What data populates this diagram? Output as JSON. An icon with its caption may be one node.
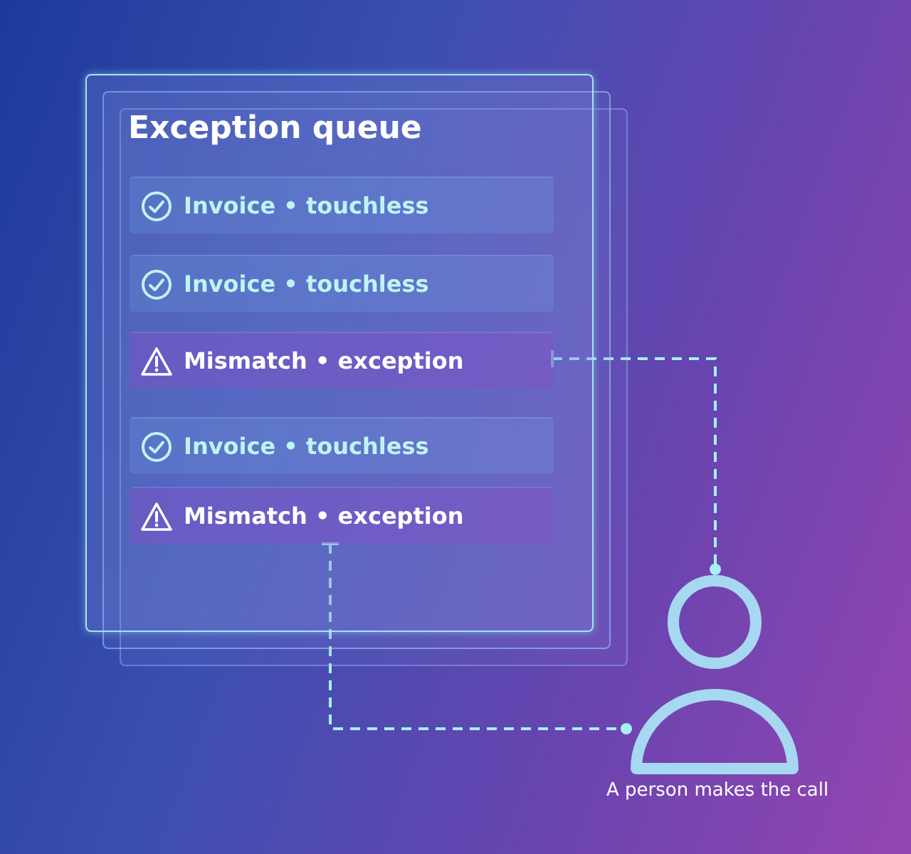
{
  "diagram": {
    "nodes": [
      {
        "text": [
          "Exception queue"
        ]
      },
      {
        "text": [
          "Invoice • touchless"
        ],
        "in": 0
      },
      {
        "text": [
          "Invoice • touchless"
        ],
        "in": 0
      },
      {
        "text": [
          "Mismatch • exception"
        ],
        "in": 0
      },
      {
        "text": [
          "Invoice • touchless"
        ],
        "in": 0
      },
      {
        "text": [
          "Mismatch • exception"
        ],
        "in": 0
      },
      {
        "text": [],
        "shape": "person",
        "beside": [
          "A person makes the call"
        ]
      }
    ],
    "edges": [
      {
        "from": 3,
        "to": 6,
        "arrow": "other",
        "style": "dashed"
      },
      {
        "from": 5,
        "to": 6,
        "arrow": "other",
        "style": "dashed"
      }
    ]
  }
}
